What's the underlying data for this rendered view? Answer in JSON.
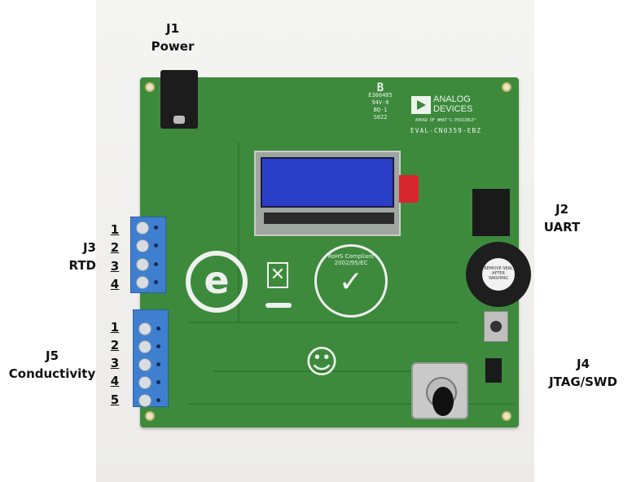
{
  "labels": {
    "j1": {
      "id": "J1",
      "name": "Power"
    },
    "j2": {
      "id": "J2",
      "name": "UART"
    },
    "j3": {
      "id": "J3",
      "name": "RTD",
      "pins": [
        "1",
        "2",
        "3",
        "4"
      ]
    },
    "j4": {
      "id": "J4",
      "name": "JTAG/SWD"
    },
    "j5": {
      "id": "J5",
      "name": "Conductivity",
      "pins": [
        "1",
        "2",
        "3",
        "4",
        "5"
      ]
    }
  },
  "board": {
    "brand_line1": "ANALOG",
    "brand_line2": "DEVICES",
    "tagline": "AHEAD OF WHAT'S POSSIBLE™",
    "part_number": "EVAL-CN0359-EBZ",
    "ul_mark": "E360485",
    "ul_rating": "94V-0",
    "ul_code": "BQ-1",
    "date_code": "S022",
    "rohs_text": "RoHS Compliant 2002/95/EC",
    "buzzer_text": "REMOVE SEAL AFTER WASHING",
    "colors": {
      "pcb": "#3d8a3c",
      "terminal": "#3f7fd0",
      "lcd": "#2a3fc8",
      "tab": "#d8262e"
    }
  }
}
